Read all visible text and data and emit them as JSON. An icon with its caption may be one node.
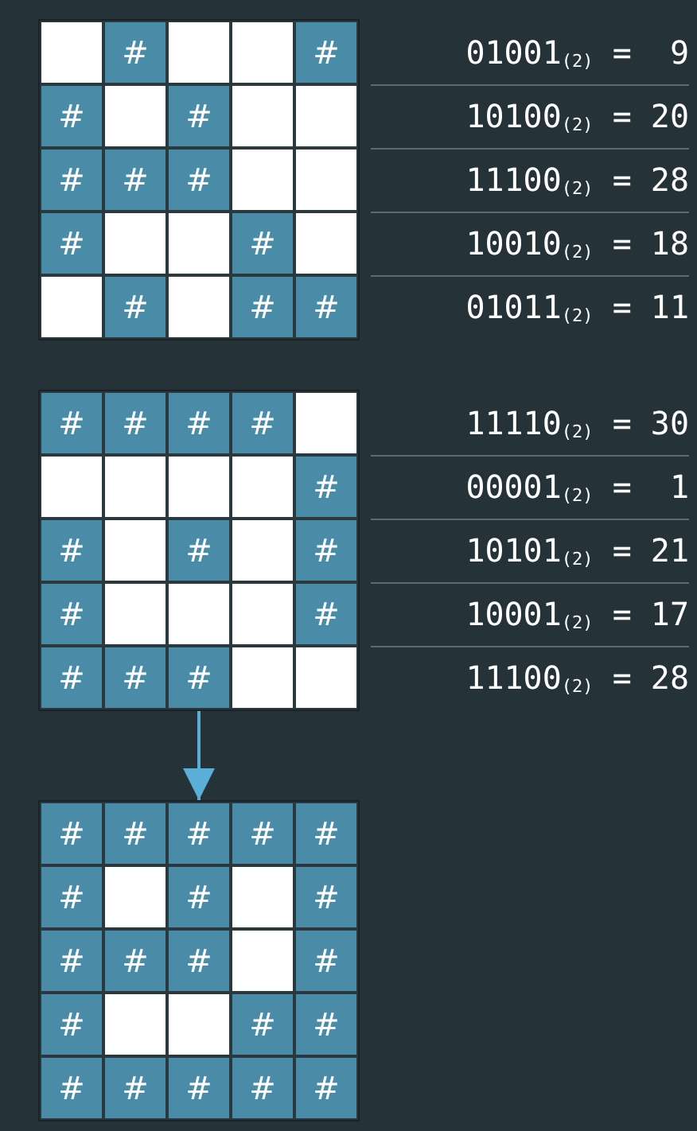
{
  "diagram": {
    "nodes": [
      {
        "text": [],
        "shape": "box"
      },
      {
        "text": [],
        "shape": "box",
        "in": 0
      },
      {
        "text": [
          "#"
        ],
        "in": 0
      },
      {
        "text": [],
        "shape": "box",
        "in": 0
      },
      {
        "text": [],
        "shape": "box",
        "in": 0
      },
      {
        "text": [
          "#"
        ],
        "in": 0
      },
      {
        "text": [
          "#"
        ],
        "in": 0
      },
      {
        "text": [],
        "shape": "box",
        "in": 0
      },
      {
        "text": [
          "#"
        ],
        "in": 0
      },
      {
        "text": [],
        "shape": "box",
        "in": 0
      },
      {
        "text": [],
        "shape": "box",
        "in": 0
      },
      {
        "text": [
          "#"
        ],
        "in": 0
      },
      {
        "text": [
          "#"
        ],
        "in": 0
      },
      {
        "text": [
          "#"
        ],
        "in": 0
      },
      {
        "text": [],
        "shape": "box",
        "in": 0
      },
      {
        "text": [],
        "shape": "box",
        "in": 0
      },
      {
        "text": [
          "#"
        ],
        "in": 0
      },
      {
        "text": [],
        "shape": "box",
        "in": 0
      },
      {
        "text": [],
        "shape": "box",
        "in": 0
      },
      {
        "text": [
          "#"
        ],
        "in": 0
      },
      {
        "text": [],
        "shape": "box",
        "in": 0
      },
      {
        "text": [],
        "shape": "box",
        "in": 0
      },
      {
        "text": [
          "#"
        ],
        "in": 0
      },
      {
        "text": [],
        "shape": "box",
        "in": 0
      },
      {
        "text": [
          "#"
        ],
        "in": 0
      },
      {
        "text": [
          "#"
        ],
        "in": 0
      },
      {
        "text": [],
        "shape": "box"
      },
      {
        "text": [
          "#"
        ],
        "in": 26
      },
      {
        "text": [
          "#"
        ],
        "in": 26
      },
      {
        "text": [
          "#"
        ],
        "in": 26
      },
      {
        "text": [
          "#"
        ],
        "in": 26
      },
      {
        "text": [],
        "shape": "box",
        "in": 26
      },
      {
        "text": [],
        "shape": "box",
        "in": 26
      },
      {
        "text": [],
        "shape": "box",
        "in": 26
      },
      {
        "text": [],
        "shape": "box",
        "in": 26
      },
      {
        "text": [],
        "shape": "box",
        "in": 26
      },
      {
        "text": [
          "#"
        ],
        "in": 26
      },
      {
        "text": [
          "#"
        ],
        "in": 26
      },
      {
        "text": [],
        "shape": "box",
        "in": 26
      },
      {
        "text": [
          "#"
        ],
        "in": 26
      },
      {
        "text": [],
        "shape": "box",
        "in": 26
      },
      {
        "text": [
          "#"
        ],
        "in": 26
      },
      {
        "text": [
          "#"
        ],
        "in": 26
      },
      {
        "text": [],
        "shape": "box",
        "in": 26
      },
      {
        "text": [],
        "shape": "box",
        "in": 26
      },
      {
        "text": [],
        "shape": "box",
        "in": 26
      },
      {
        "text": [
          "#"
        ],
        "in": 26
      },
      {
        "text": [
          "#"
        ],
        "in": 26
      },
      {
        "text": [
          "#"
        ],
        "in": 26
      },
      {
        "text": [
          "#"
        ],
        "in": 26
      },
      {
        "text": [],
        "shape": "box",
        "in": 26
      },
      {
        "text": [],
        "shape": "box",
        "in": 26
      },
      {
        "text": [],
        "shape": "box"
      },
      {
        "text": [
          "#"
        ],
        "in": 52
      },
      {
        "text": [
          "#"
        ],
        "in": 52
      },
      {
        "text": [
          "#"
        ],
        "in": 52
      },
      {
        "text": [
          "#"
        ],
        "in": 52
      },
      {
        "text": [
          "#"
        ],
        "in": 52
      },
      {
        "text": [
          "#"
        ],
        "in": 52
      },
      {
        "text": [],
        "shape": "box",
        "in": 52
      },
      {
        "text": [
          "#"
        ],
        "in": 52
      },
      {
        "text": [],
        "shape": "box",
        "in": 52
      },
      {
        "text": [
          "#"
        ],
        "in": 52
      },
      {
        "text": [
          "#"
        ],
        "in": 52
      },
      {
        "text": [
          "#"
        ],
        "in": 52
      },
      {
        "text": [
          "#"
        ],
        "in": 52
      },
      {
        "text": [],
        "shape": "box",
        "in": 52
      },
      {
        "text": [
          "#"
        ],
        "in": 52
      },
      {
        "text": [
          "#"
        ],
        "in": 52
      },
      {
        "text": [],
        "shape": "box",
        "in": 52
      },
      {
        "text": [],
        "shape": "box",
        "in": 52
      },
      {
        "text": [
          "#"
        ],
        "in": 52
      },
      {
        "text": [
          "#"
        ],
        "in": 52
      },
      {
        "text": [
          "#"
        ],
        "in": 52
      },
      {
        "text": [
          "#"
        ],
        "in": 52
      },
      {
        "text": [
          "#"
        ],
        "in": 52
      },
      {
        "text": [
          "#"
        ],
        "in": 52
      },
      {
        "text": [
          "#"
        ],
        "in": 52
      }
    ],
    "edges": [
      {
        "from": 26,
        "to": 52,
        "arrow": "to"
      }
    ],
    "labels": [
      "01001$_{(2)}$ =  9",
      "10100$_{(2)}$ = 20",
      "11100$_{(2)}$ = 28",
      "10010$_{(2)}$ = 18",
      "01011$_{(2)}$ = 11",
      "11110$_{(2)}$ = 30",
      "00001$_{(2)}$ =  1",
      "10101$_{(2)}$ = 21",
      "10001$_{(2)}$ = 17",
      "11100$_{(2)}$ = 28"
    ]
  }
}
